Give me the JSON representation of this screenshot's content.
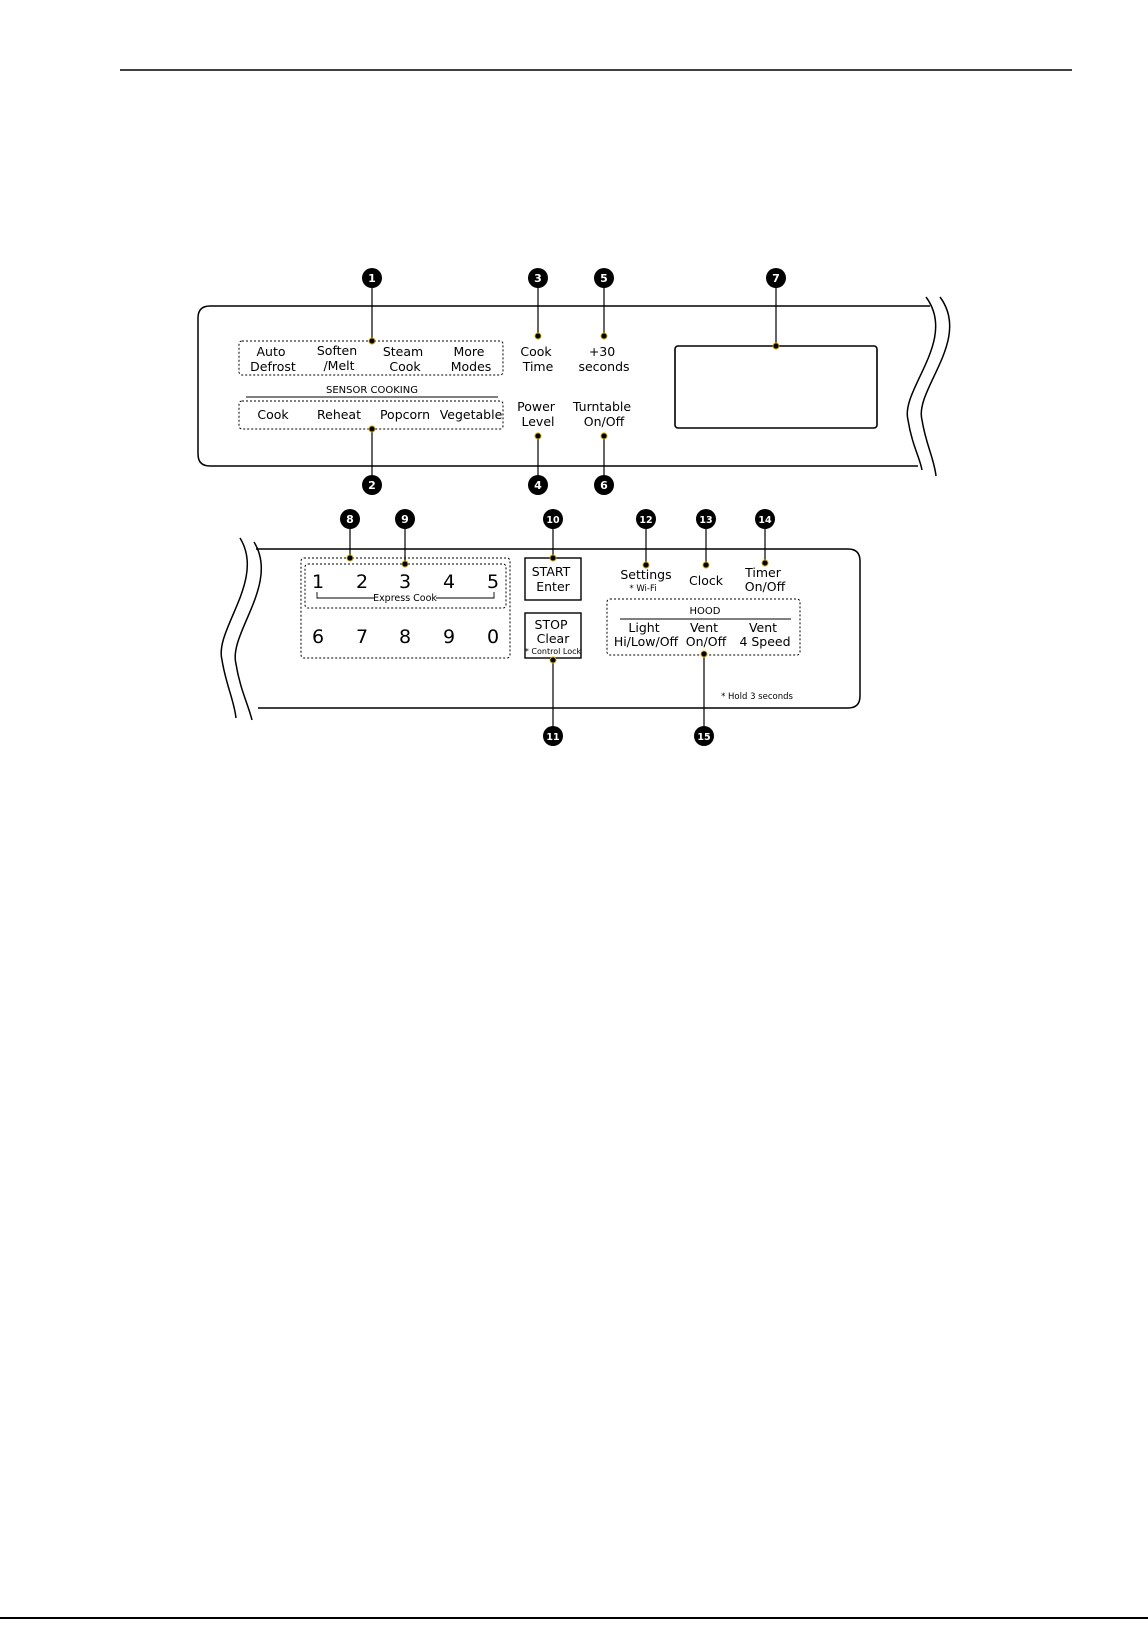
{
  "top_panel": {
    "mode_row": {
      "auto_defrost": [
        "Auto",
        "Defrost"
      ],
      "soften_melt": [
        "Soften",
        "/Melt"
      ],
      "steam_cook": [
        "Steam",
        "Cook"
      ],
      "more_modes": [
        "More",
        "Modes"
      ]
    },
    "sensor_heading": "SENSOR COOKING",
    "sensor_row": {
      "cook": "Cook",
      "reheat": "Reheat",
      "popcorn": "Popcorn",
      "vegetable": "Vegetable"
    },
    "cook_time": [
      "Cook",
      "Time"
    ],
    "plus30": [
      "+30",
      "seconds"
    ],
    "power_level": [
      "Power",
      "Level"
    ],
    "turntable": [
      "Turntable",
      "On/Off"
    ]
  },
  "bottom_panel": {
    "digits_row1": [
      "1",
      "2",
      "3",
      "4",
      "5"
    ],
    "express_cook": "Express Cook",
    "digits_row2": [
      "6",
      "7",
      "8",
      "9",
      "0"
    ],
    "start": [
      "START",
      "Enter"
    ],
    "stop": [
      "STOP",
      "Clear"
    ],
    "control_lock": "* Control Lock",
    "settings": "Settings",
    "wifi": "* Wi-Fi",
    "clock": "Clock",
    "timer": [
      "Timer",
      "On/Off"
    ],
    "hood_heading": "HOOD",
    "light": [
      "Light",
      "Hi/Low/Off"
    ],
    "vent_onoff": [
      "Vent",
      "On/Off"
    ],
    "vent_speed": [
      "Vent",
      "4 Speed"
    ],
    "hold_note": "* Hold 3 seconds"
  },
  "badges": [
    "1",
    "2",
    "3",
    "4",
    "5",
    "6",
    "7",
    "8",
    "9",
    "10",
    "11",
    "12",
    "13",
    "14",
    "15"
  ]
}
